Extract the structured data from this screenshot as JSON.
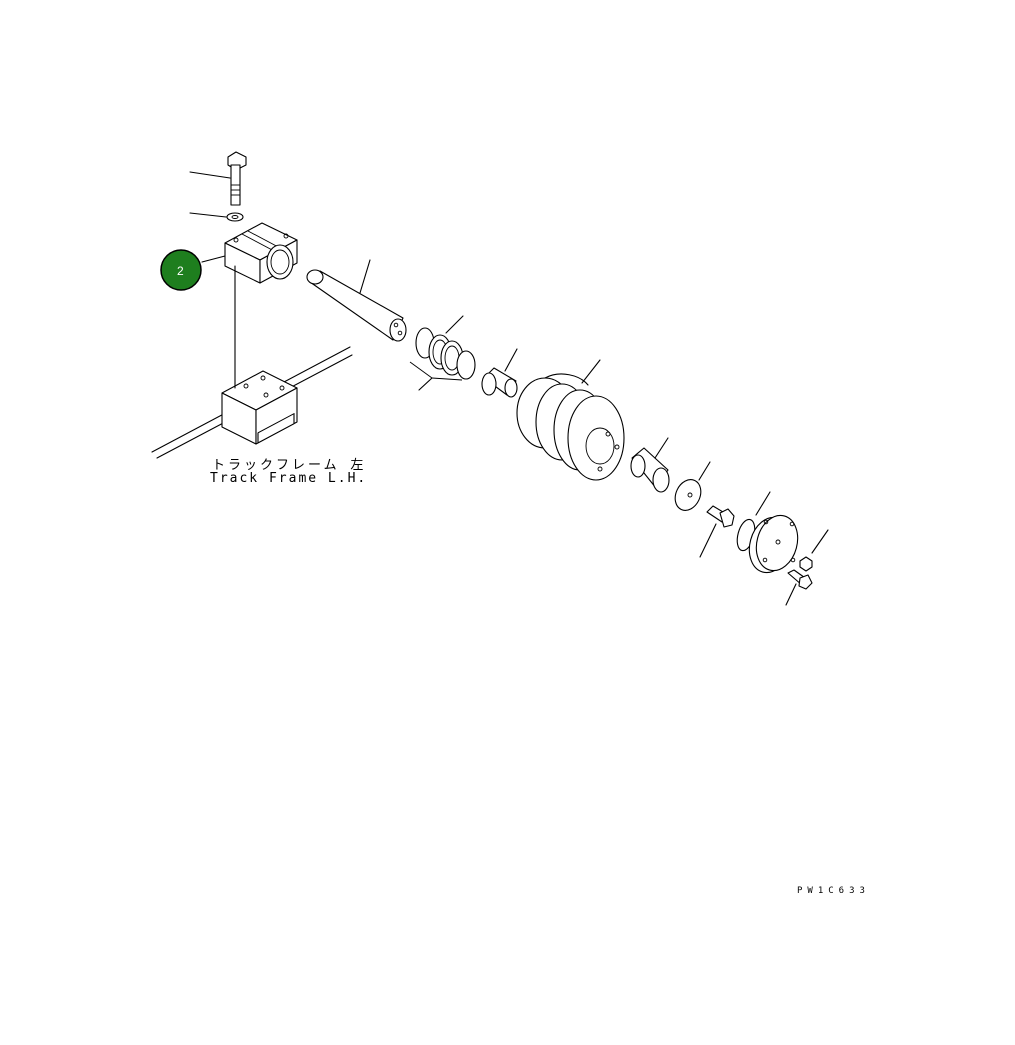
{
  "labels": {
    "track_frame_jp": "トラックフレーム 左",
    "track_frame_en": "Track Frame L.H.",
    "drawing_code": "PW1C633"
  },
  "callout": {
    "number": "2",
    "color": "#1e7e1e"
  }
}
